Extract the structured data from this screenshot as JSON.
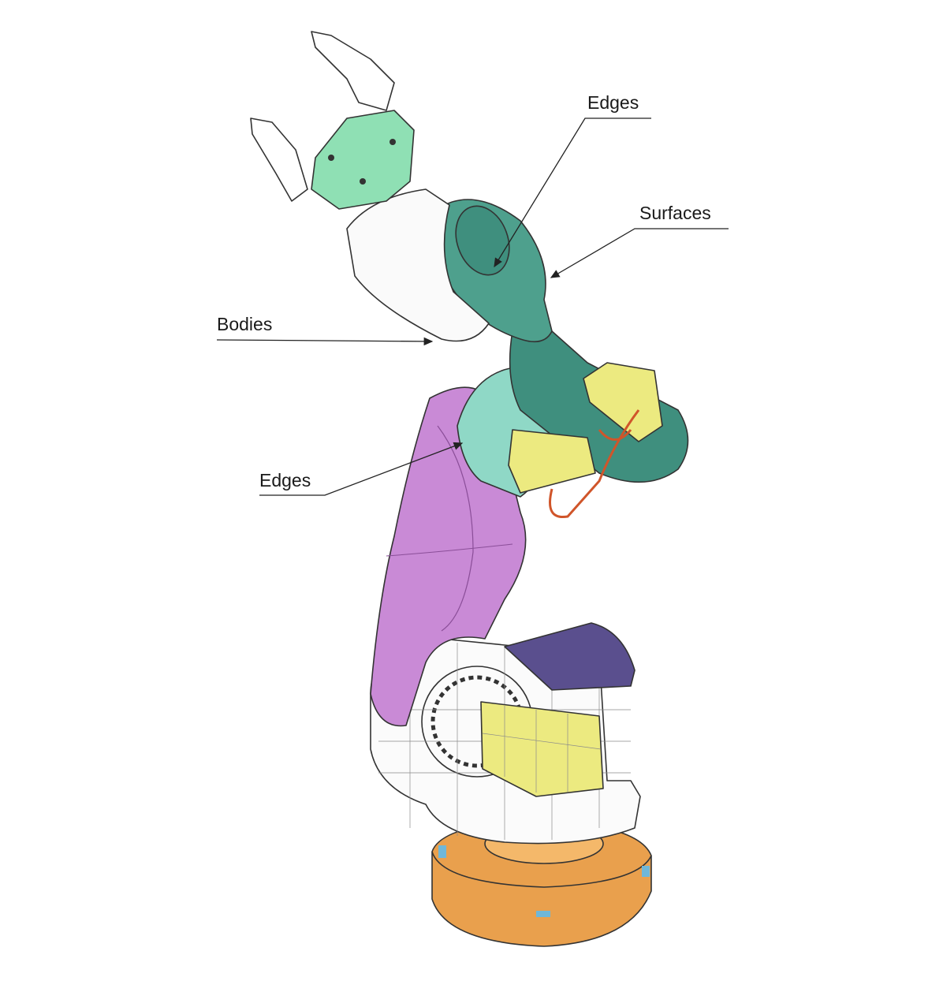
{
  "labels": {
    "edges_top": "Edges",
    "surfaces": "Surfaces",
    "bodies": "Bodies",
    "edges_bottom": "Edges"
  },
  "colors": {
    "base": "#e9a04d",
    "upper_arm": "#c98ad6",
    "forearm": "#3f8f7e",
    "joint": "#8fd8c6",
    "gripper": "#8fe0b4",
    "motor": "#ecea80",
    "drive": "#5a4f8e",
    "cable": "#d0552a"
  }
}
